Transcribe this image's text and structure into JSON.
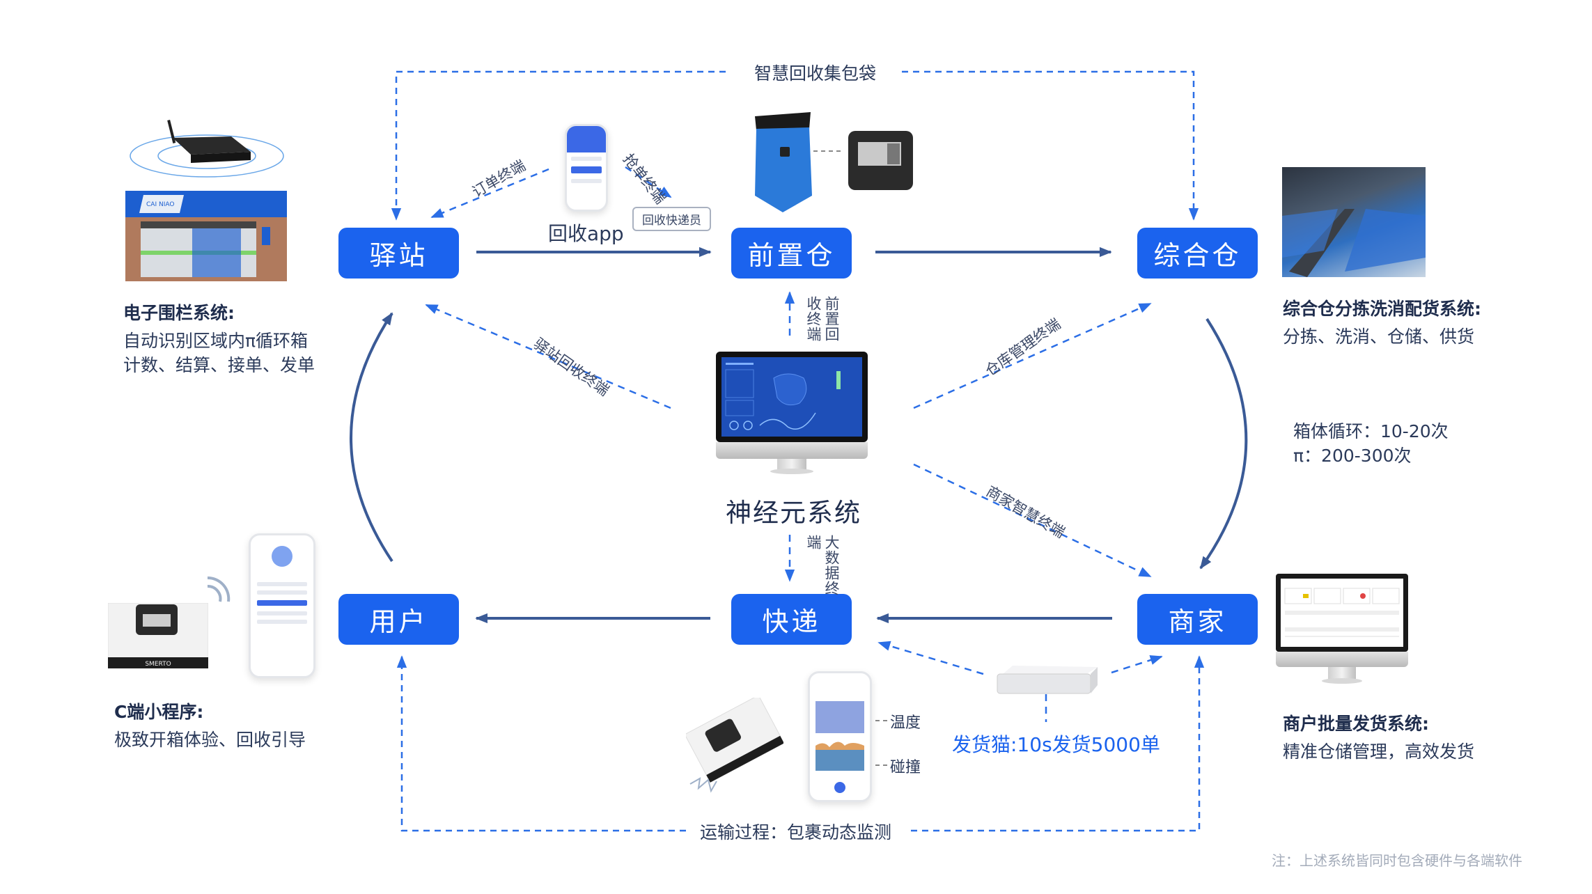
{
  "diagram": {
    "nodes": {
      "station": "驿站",
      "front_warehouse": "前置仓",
      "main_warehouse": "综合仓",
      "user": "用户",
      "courier": "快递",
      "merchant": "商家"
    },
    "center": {
      "title": "神经元系统",
      "icon": "dashboard-monitor-icon"
    },
    "edge_labels": {
      "smart_bag": "智慧回收集包袋",
      "order_terminal": "订单终端",
      "grab_terminal": "抢单终端",
      "recycle_courier": "回收快递员",
      "recycle_app": "回收app",
      "front_recycle_terminal": "前置回收终端",
      "station_recycle_terminal": "驿站回收终端",
      "warehouse_mgmt_terminal": "仓库管理终端",
      "merchant_smart_terminal": "商家智慧终端",
      "big_data_terminal": "大数据终端",
      "transport_monitoring": "运输过程：包裹动态监测",
      "temperature": "温度",
      "collision": "碰撞",
      "shipping_cat": "发货猫:10s发货5000单"
    },
    "descriptions": {
      "fence": {
        "title": "电子围栏系统:",
        "lines": [
          "自动识别区域内π循环箱",
          "计数、结算、接单、发单"
        ]
      },
      "warehouse": {
        "title": "综合仓分拣洗消配货系统:",
        "lines": [
          "分拣、洗消、仓储、供货"
        ]
      },
      "cycle": {
        "lines": [
          "箱体循环：10-20次",
          "π：200-300次"
        ]
      },
      "mini_program": {
        "title": "C端小程序:",
        "lines": [
          "极致开箱体验、回收引导"
        ]
      },
      "merchant_system": {
        "title": "商户批量发货系统:",
        "lines": [
          "精准仓储管理，高效发货"
        ]
      }
    },
    "devices": {
      "box_brand": "SMERTO",
      "store_sign": "CAI NIAO"
    },
    "note": "注：上述系统皆同时包含硬件与各端软件",
    "colors": {
      "node_fill": "#1b63ee",
      "solid_arrow": "#3a5a96",
      "dashed_arrow": "#2b6ee6",
      "text": "#2b3a5a",
      "note": "#a3abb9"
    }
  }
}
